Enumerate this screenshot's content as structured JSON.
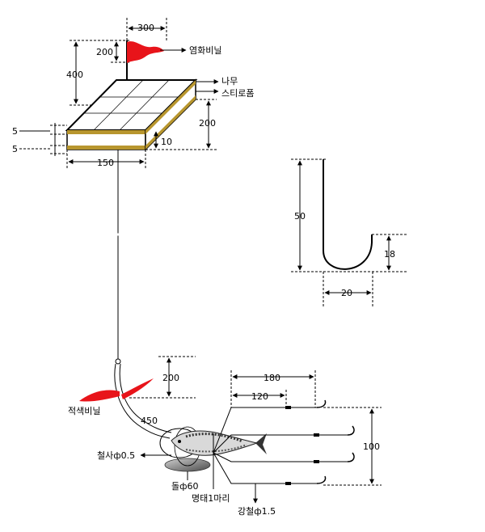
{
  "labels": {
    "flag_vinyl": "염화비닐",
    "wood": "나무",
    "styrofoam": "스티로폼",
    "red_vinyl": "적색비닐",
    "wire": "철사ф0.5",
    "stone": "돌ф60",
    "pollock": "명태1마리",
    "steel_wire": "강철ф1.5"
  },
  "dimensions": {
    "flag_width": "300",
    "flag_height": "200",
    "pole_height": "400",
    "float_offset": "200",
    "layer_top": "5",
    "layer_bottom": "5",
    "thickness": "10",
    "float_width": "150",
    "hook_height": "50",
    "hook_tip": "18",
    "hook_width": "20",
    "streamer_height": "200",
    "arm_450": "450",
    "branch_180": "180",
    "branch_120": "120",
    "hook_span": "100"
  },
  "colors": {
    "flag": "#e8141a",
    "wood": "#b8962e"
  }
}
